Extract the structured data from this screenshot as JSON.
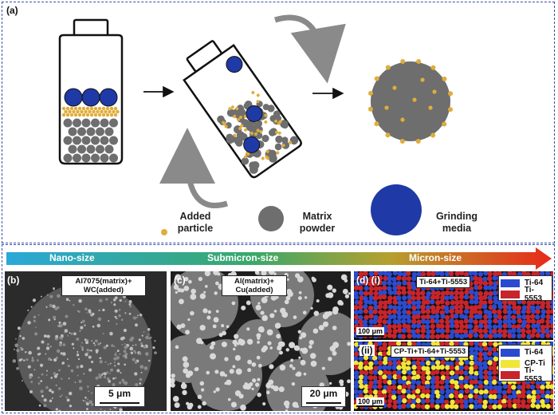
{
  "panel_a": {
    "label": "(a)",
    "legend": {
      "added_particle": "Added\nparticle",
      "matrix_powder": "Matrix\npowder",
      "grinding_media": "Grinding\nmedia"
    },
    "colors": {
      "added": "#e0ad3a",
      "matrix": "#6e6e6e",
      "media": "#1f3aa6",
      "outline": "#111111"
    }
  },
  "scale_band": {
    "nano": "Nano-size",
    "submicron": "Submicron-size",
    "micron": "Micron-size"
  },
  "panel_b": {
    "label": "(b)",
    "tag": "Al7075(matrix)+\nWC(added)",
    "scale": "5 μm"
  },
  "panel_c": {
    "label": "(c)",
    "tag": "Al(matrix)+\nCu(added)",
    "scale": "20 μm"
  },
  "panel_d": {
    "label_i": "(d) (i)",
    "label_ii": "(ii)",
    "tag_i": "Ti-64+Ti-5553",
    "tag_ii": "CP-Ti+Ti-64+Ti-5553",
    "scale_i": "100 μm",
    "scale_ii": "100 μm",
    "legend_i": [
      {
        "name": "Ti-64",
        "color": "#2a4bd0"
      },
      {
        "name": "Ti-5553",
        "color": "#c8242b"
      }
    ],
    "legend_ii": [
      {
        "name": "Ti-64",
        "color": "#2a4bd0"
      },
      {
        "name": "CP-Ti",
        "color": "#f2e53a"
      },
      {
        "name": "Ti-5553",
        "color": "#c8242b"
      }
    ]
  }
}
